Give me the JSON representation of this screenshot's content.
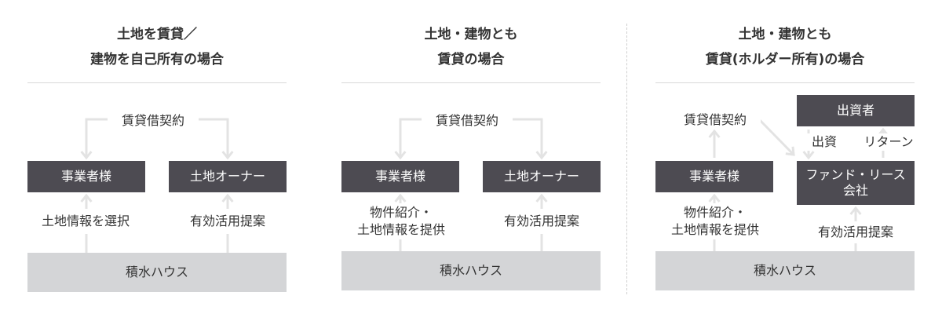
{
  "colors": {
    "dark_box": "#4d4b52",
    "light_box": "#d4d5d7",
    "arrow": "#e3e3e3",
    "text": "#333333",
    "rule": "#d9d9d9"
  },
  "panels": [
    {
      "title": [
        "土地を賃貸／",
        "建物を自己所有の場合"
      ],
      "contract_label": "賃貸借契約",
      "left_box": "事業者様",
      "right_box": "土地オーナー",
      "left_action": [
        "土地情報を選択"
      ],
      "right_action": "有効活用提案",
      "bottom_box": "積水ハウス"
    },
    {
      "title": [
        "土地・建物とも",
        "賃貸の場合"
      ],
      "contract_label": "賃貸借契約",
      "left_box": "事業者様",
      "right_box": "土地オーナー",
      "left_action": [
        "物件紹介・",
        "土地情報を提供"
      ],
      "right_action": "有効活用提案",
      "bottom_box": "積水ハウス"
    },
    {
      "title": [
        "土地・建物とも",
        "賃貸(ホルダー所有)の場合"
      ],
      "contract_label": "賃貸借契約",
      "left_box": "事業者様",
      "top_box": "出資者",
      "invest_label": "出資",
      "return_label": "リターン",
      "right_box": [
        "ファンド・リース",
        "会社"
      ],
      "left_action": [
        "物件紹介・",
        "土地情報を提供"
      ],
      "right_action": "有効活用提案",
      "bottom_box": "積水ハウス"
    }
  ]
}
